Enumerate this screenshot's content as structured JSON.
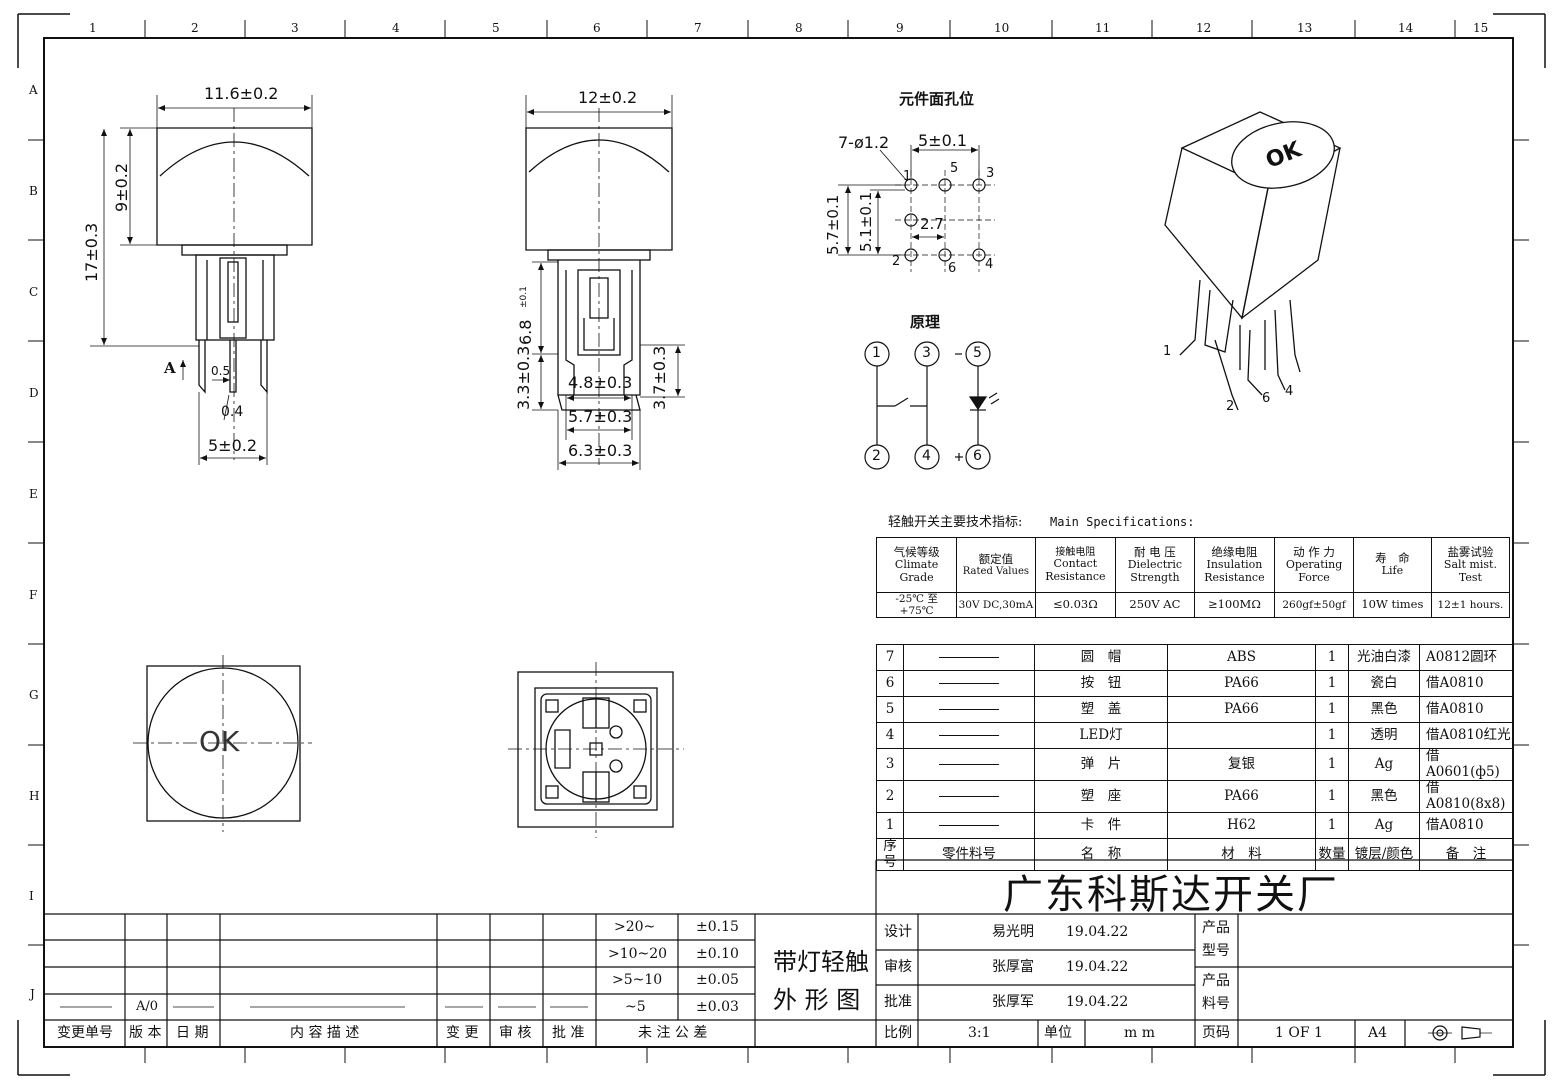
{
  "border": {
    "columns": [
      "1",
      "2",
      "3",
      "4",
      "5",
      "6",
      "7",
      "8",
      "9",
      "10",
      "11",
      "12",
      "13",
      "14",
      "15"
    ],
    "rows": [
      "A",
      "B",
      "C",
      "D",
      "E",
      "F",
      "G",
      "H",
      "I",
      "J"
    ]
  },
  "dims": {
    "front_width": "11.6±0.2",
    "front_cap_height": "9±0.2",
    "front_total_height": "17±0.3",
    "front_pin_width": "0.5",
    "front_pin_thick": "0.4",
    "front_pin_spacing": "5±0.2",
    "front_view_marker": "A",
    "side_width": "12±0.2",
    "side_stroke": "6.8",
    "side_stroke_tol": "±0.1",
    "side_base": "3.3±0.3",
    "side_d1": "4.8±0.3",
    "side_d2": "5.7±0.3",
    "side_d3": "6.3±0.3",
    "side_right": "3.7±0.3"
  },
  "hole": {
    "title": "元件面孔位",
    "holes": "7-ø1.2",
    "pitch": "5±0.1",
    "height1": "5.7±0.1",
    "height2": "5.1±0.1",
    "offset": "2.7",
    "labels": [
      "1",
      "2",
      "3",
      "4",
      "5",
      "6"
    ]
  },
  "principle": {
    "title": "原理",
    "pins": [
      "1",
      "2",
      "3",
      "4",
      "5",
      "6"
    ]
  },
  "iso": {
    "cap_text": "OK",
    "pins": [
      "1",
      "2",
      "6",
      "4"
    ]
  },
  "top_view": {
    "cap_text": "OK"
  },
  "spec": {
    "title_cn": "轻触开关主要技术指标:",
    "title_en": "Main Specifications:",
    "headers": [
      {
        "cn": "气候等级",
        "en": "Climate Grade"
      },
      {
        "cn": "额定值",
        "en": "Rated Values"
      },
      {
        "cn": "接触电阻",
        "en": "Contact Resistance"
      },
      {
        "cn": "耐 电 压",
        "en": "Dielectric Strength"
      },
      {
        "cn": "绝缘电阻",
        "en": "Insulation Resistance"
      },
      {
        "cn": "动 作 力",
        "en": "Operating Force"
      },
      {
        "cn": "寿　命",
        "en": "Life"
      },
      {
        "cn": "盐雾试验",
        "en": "Salt mist. Test"
      }
    ],
    "values": [
      "-25℃ 至 +75℃",
      "30V DC,30mA",
      "≤0.03Ω",
      "250V AC",
      "≥100MΩ",
      "260gf±50gf",
      "10W times",
      "12±1 hours."
    ]
  },
  "parts": {
    "rows": [
      {
        "no": "7",
        "name": "圆　帽",
        "material": "ABS",
        "qty": "1",
        "finish": "光油白漆",
        "note": "A0812圆环"
      },
      {
        "no": "6",
        "name": "按　钮",
        "material": "PA66",
        "qty": "1",
        "finish": "瓷白",
        "note": "借A0810"
      },
      {
        "no": "5",
        "name": "塑　盖",
        "material": "PA66",
        "qty": "1",
        "finish": "黑色",
        "note": "借A0810"
      },
      {
        "no": "4",
        "name": "LED灯",
        "material": "",
        "qty": "1",
        "finish": "透明",
        "note": "借A0810红光"
      },
      {
        "no": "3",
        "name": "弹　片",
        "material": "复银",
        "qty": "1",
        "finish": "Ag",
        "note": "借A0601(ф5)"
      },
      {
        "no": "2",
        "name": "塑　座",
        "material": "PA66",
        "qty": "1",
        "finish": "黑色",
        "note": "借A0810(8x8)"
      },
      {
        "no": "1",
        "name": "卡　件",
        "material": "H62",
        "qty": "1",
        "finish": "Ag",
        "note": "借A0810"
      }
    ],
    "header": {
      "no": "序号",
      "part_no": "零件料号",
      "name": "名　称",
      "material": "材　料",
      "qty": "数量",
      "finish": "镀层/颜色",
      "note": "备　注"
    }
  },
  "company": "广东科斯达开关厂",
  "tolerance": {
    "rows": [
      {
        "range": ">20~",
        "tol": "±0.15"
      },
      {
        "range": ">10~20",
        "tol": "±0.10"
      },
      {
        "range": ">5~10",
        "tol": "±0.05"
      },
      {
        "range": "~5",
        "tol": "±0.03"
      }
    ],
    "label": "未 注 公 差"
  },
  "revision": {
    "version": "A/0",
    "headers": [
      "变更单号",
      "版 本",
      "日 期",
      "内 容 描 述",
      "变 更",
      "审 核",
      "批 准"
    ]
  },
  "title_block": {
    "drawing_name_1": "带灯轻触",
    "drawing_name_2": "外 形 图",
    "design_label": "设计",
    "designer": "易光明",
    "design_date": "19.04.22",
    "review_label": "审核",
    "reviewer": "张厚富",
    "review_date": "19.04.22",
    "approve_label": "批准",
    "approver": "张厚军",
    "approve_date": "19.04.22",
    "model_label_1": "产品",
    "model_label_2": "型号",
    "code_label_1": "产品",
    "code_label_2": "料号",
    "scale_label": "比例",
    "scale": "3:1",
    "unit_label": "单位",
    "unit": "m m",
    "page_label": "页码",
    "page": "1 OF 1",
    "size": "A4"
  }
}
